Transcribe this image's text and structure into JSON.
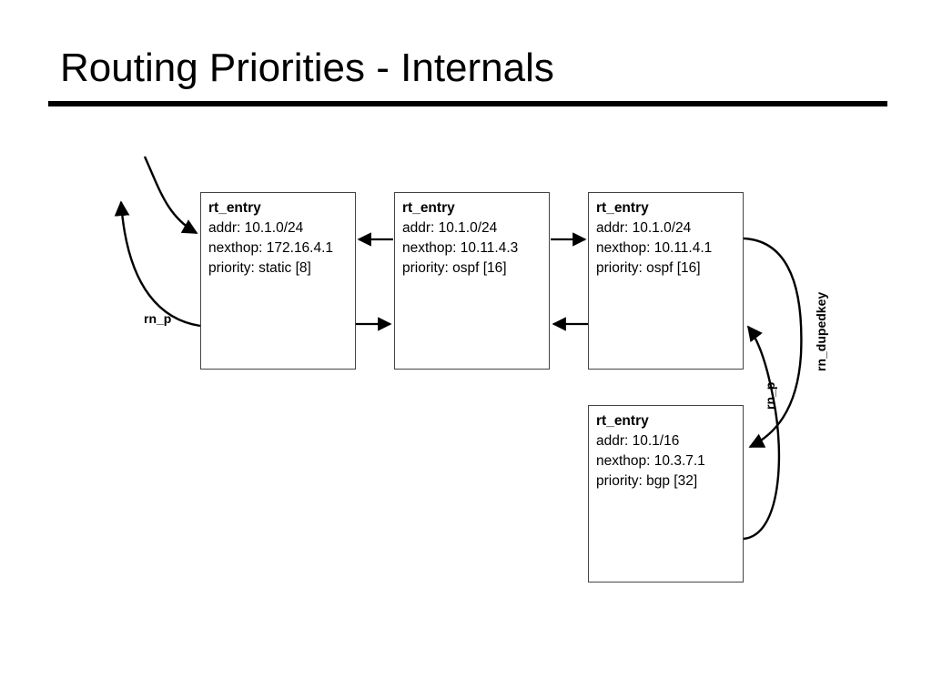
{
  "slide": {
    "title": "Routing Priorities - Internals"
  },
  "diagram": {
    "type": "linked-list-structure",
    "nodes": [
      {
        "id": "node1",
        "struct_name": "rt_entry",
        "fields": [
          "addr: 10.1.0/24",
          "nexthop: 172.16.4.1",
          "priority: static [8]"
        ]
      },
      {
        "id": "node2",
        "struct_name": "rt_entry",
        "fields": [
          "addr: 10.1.0/24",
          "nexthop: 10.11.4.3",
          "priority: ospf [16]"
        ]
      },
      {
        "id": "node3",
        "struct_name": "rt_entry",
        "fields": [
          "addr: 10.1.0/24",
          "nexthop: 10.11.4.1",
          "priority: ospf [16]"
        ]
      },
      {
        "id": "node4",
        "struct_name": "rt_entry",
        "fields": [
          "addr: 10.1/16",
          "nexthop: 10.3.7.1",
          "priority: bgp [32]"
        ]
      }
    ],
    "edge_labels": {
      "left_rn_p": "rn_p",
      "right_rn_p": "rn_p",
      "rn_dupedkey": "rn_dupedkey"
    },
    "colors": {
      "stroke": "#000000",
      "node_border": "#444444",
      "background": "#ffffff",
      "text": "#000000"
    }
  }
}
